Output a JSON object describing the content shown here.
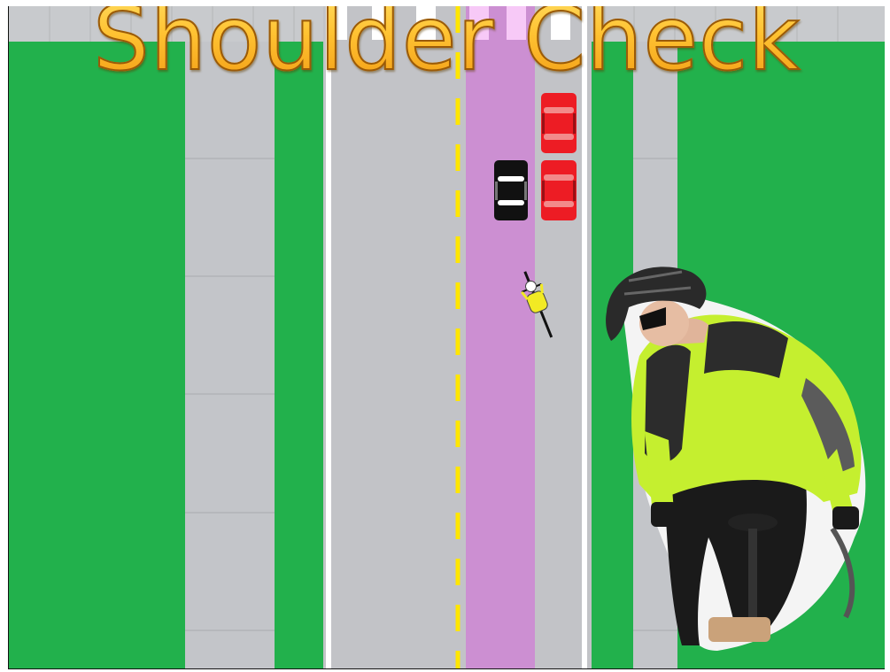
{
  "title": "Shoulder Check",
  "colors": {
    "grass": "#22b14c",
    "sidewalk": "#c3c5c9",
    "road": "#c2c3c7",
    "bike_lane": "#cc8fd2",
    "center_line": "#ffe600",
    "car_red": "#ed1c24",
    "car_black": "#111111",
    "cyclist_jersey": "#f2ea24"
  },
  "scene": {
    "vehicles": [
      "black-car",
      "red-car",
      "red-car"
    ],
    "cyclist": "cyclist-top-view",
    "inset": "cyclist-looking-over-shoulder-photo"
  }
}
